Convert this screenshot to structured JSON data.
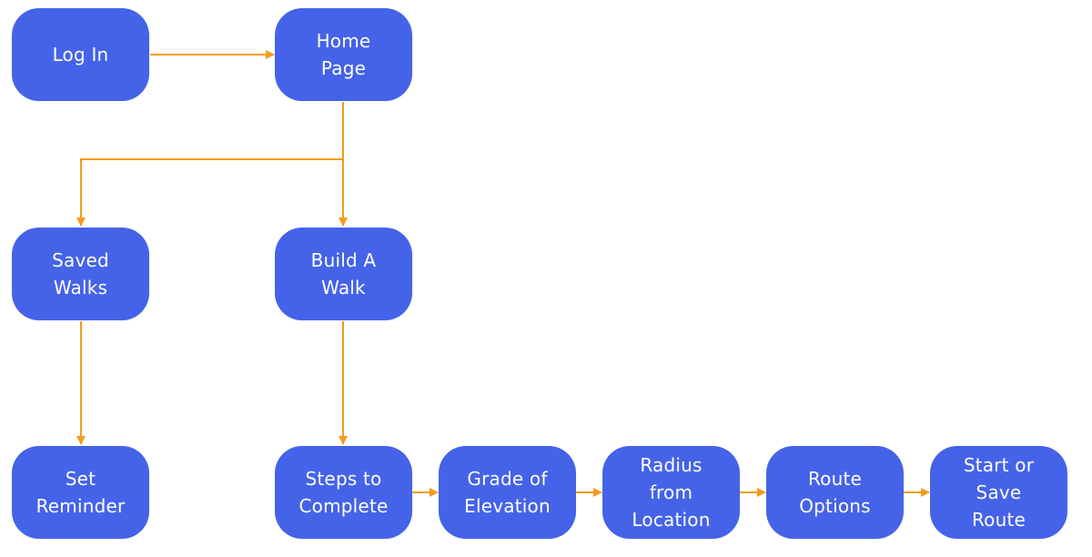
{
  "colors": {
    "node_fill": "#4563E8",
    "node_text": "#FFFFFF",
    "connector": "#F39C1F"
  },
  "nodes": {
    "login": [
      "Log In"
    ],
    "home": [
      "Home",
      "Page"
    ],
    "saved_walks": [
      "Saved",
      "Walks"
    ],
    "build_walk": [
      "Build A",
      "Walk"
    ],
    "set_reminder": [
      "Set",
      "Reminder"
    ],
    "steps": [
      "Steps to",
      "Complete"
    ],
    "grade": [
      "Grade of",
      "Elevation"
    ],
    "radius": [
      "Radius",
      "from",
      "Location"
    ],
    "route_options": [
      "Route",
      "Options"
    ],
    "start_save": [
      "Start or",
      "Save",
      "Route"
    ]
  }
}
